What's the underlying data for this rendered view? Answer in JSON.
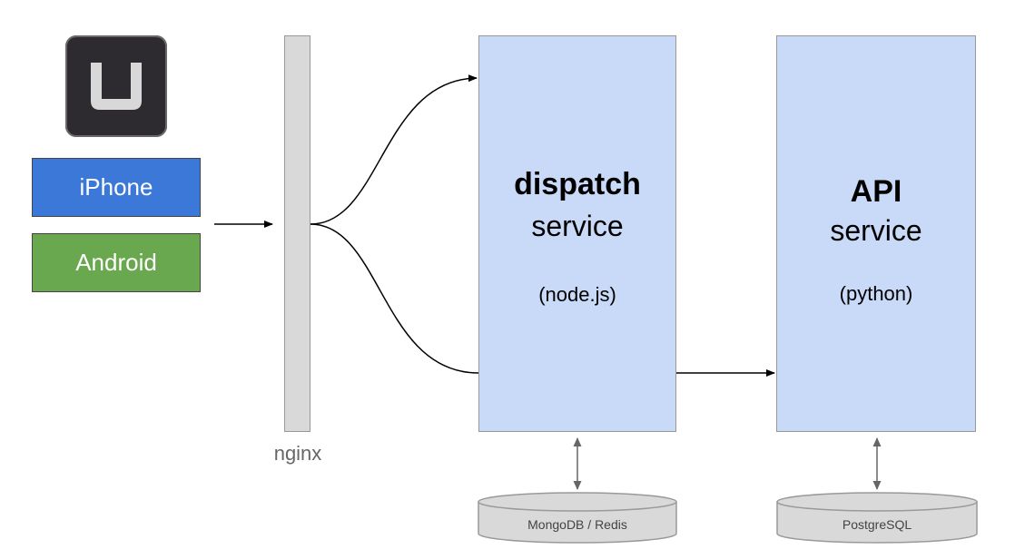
{
  "clients": {
    "logo_icon": "uber-u-icon",
    "iphone_label": "iPhone",
    "android_label": "Android"
  },
  "proxy": {
    "label": "nginx"
  },
  "dispatch": {
    "title": "dispatch",
    "subtitle": "service",
    "tech": "(node.js)",
    "datastore": "MongoDB / Redis"
  },
  "api": {
    "title": "API",
    "subtitle": "service",
    "tech": "(python)",
    "datastore": "PostgreSQL"
  },
  "colors": {
    "iphone": "#3b78d8",
    "android": "#6aa84f",
    "service": "#c9daf8",
    "proxy": "#d9d9d9",
    "datastore": "#d9d9d9"
  }
}
